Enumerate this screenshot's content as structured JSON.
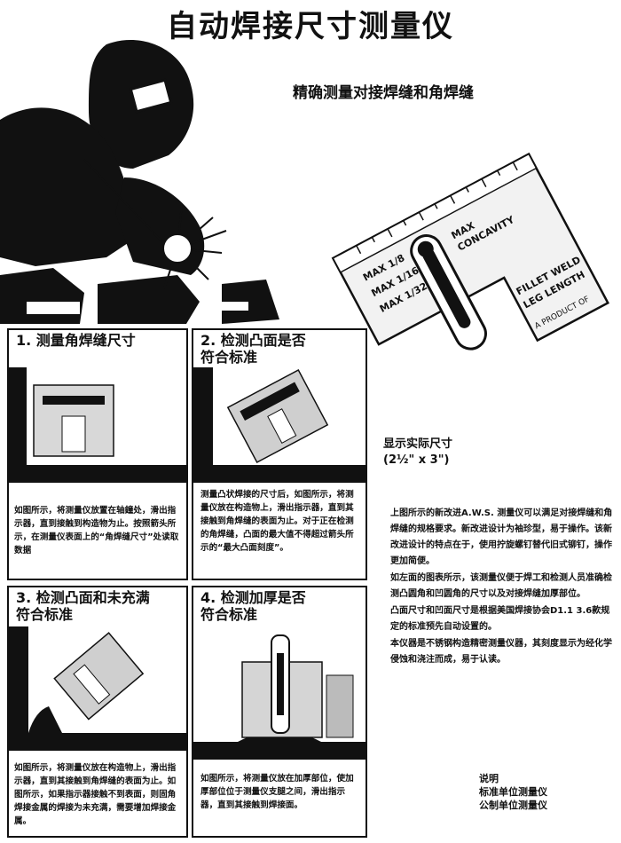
{
  "page": {
    "title": "自动焊接尺寸测量仪",
    "subtitle": "精确测量对接焊缝和角焊缝"
  },
  "gauge_photo": {
    "engraving": [
      "MAX",
      "CONCAVITY",
      "MAX 1/8",
      "MAX 1/16",
      "MAX 1/32",
      "FILLET WELD",
      "LEG LENGTH",
      "A PRODUCT OF"
    ]
  },
  "caption": {
    "line1": "显示实际尺寸",
    "line2": "(2½\" x 3\")"
  },
  "panels": [
    {
      "title": "1. 测量角焊缝尺寸",
      "text": "如图所示，将测量仪放置在轴鐘处，滑出指示器，直到接触到构造物为止。按照箭头所示，在测量仪表面上的“角焊缝尺寸”处读取数据"
    },
    {
      "title": "2. 检测凸面是否\n符合标准",
      "text": "测量凸状焊接的尺寸后，如图所示，将测量仪放在构造物上，滑出指示器，直到其接触到角焊缝的表面为止。对于正在检测的角焊缝，凸面的最大值不得超过箭头所示的“最大凸面刻度”。"
    },
    {
      "title": "3. 检测凸面和未充满\n符合标准",
      "text": "如图所示，将测量仪放在构造物上，滑出指示器，直到其接触到角焊缝的表面为止。如图所示，如果指示器接触不到表面，则固角焊接金属的焊接为未充满，需要增加焊接金属。"
    },
    {
      "title": "4. 检测加厚是否\n符合标准",
      "text": "如图所示，将测量仪放在加厚部位，使加厚部位位于测量仪支腿之间，滑出指示器，直到其接触到焊接面。"
    }
  ],
  "description": [
    "上图所示的新改进A.W.S. 测量仪可以满足对接焊缝和角焊缝的规格要求。新改进设计为袖珍型，易于操作。该新改进设计的特点在于，使用拧旋螺钉替代旧式铆钉，操作更加简便。",
    "如左面的图表所示，该测量仪便于焊工和检测人员准确检测凸圆角和凹圆角的尺寸以及对接焊缝加厚部位。",
    "凸面尺寸和凹面尺寸是根据美国焊接协会D1.1 3.6款规定的标准预先自动设置的。",
    "本仪器是不锈钢构造精密测量仪器，其刻度显示为经化学侵蚀和浇注而成，易于认读。"
  ],
  "legend": {
    "heading": "说明",
    "item1": "标准单位测量仪",
    "item2": "公制单位测量仪"
  }
}
